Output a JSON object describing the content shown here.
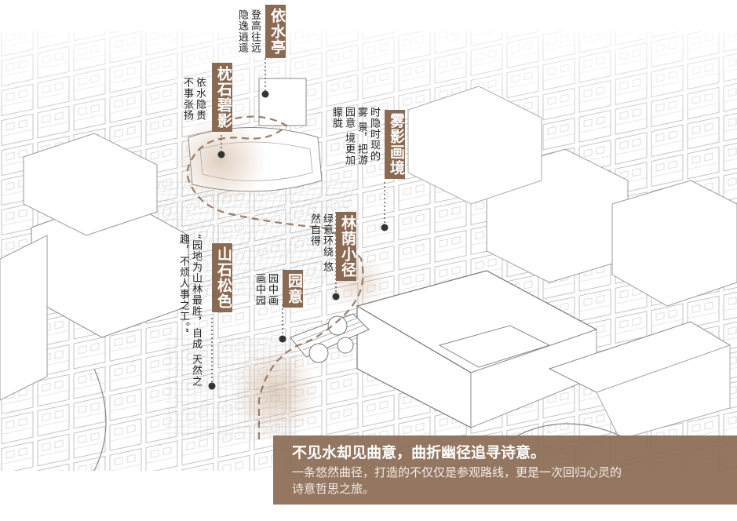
{
  "colors": {
    "label_bg": "#8b6a52",
    "caption_bg": "#8b6b54",
    "line": "#555555",
    "path_dash": "#8b6a52"
  },
  "callouts": [
    {
      "title": "依水亭",
      "desc": "登高往远 隐逸逍遥"
    },
    {
      "title": "枕石碧影",
      "desc": "依水隐贵 不事张扬"
    },
    {
      "title": "雾影画境",
      "desc": "时隐时现的雾 景，把游园意 境更加朦胧"
    },
    {
      "title": "林荫小径",
      "desc": "绿意环绕 悠然自得"
    },
    {
      "title": "山石松色",
      "desc": "“园地为山林最胜，自成 天然之趣，不烦人事之工。”"
    },
    {
      "title": "园意",
      "desc": "园中画 画中园"
    }
  ],
  "caption": {
    "title": "不见水却见曲意，曲折幽径追寻诗意。",
    "body_line1": "一条悠然曲径，打造的不仅仅是参观路线，更是一次回归心灵的",
    "body_line2": "诗意哲思之旅。"
  }
}
